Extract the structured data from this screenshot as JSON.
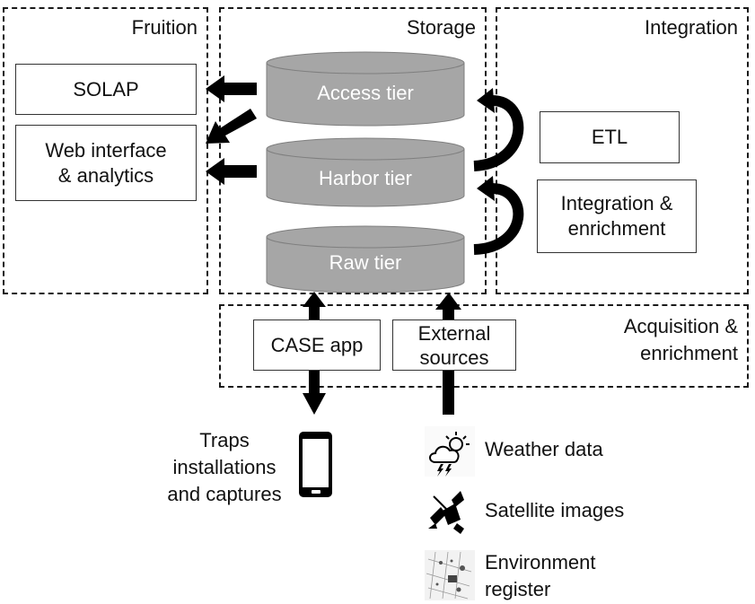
{
  "zones": {
    "fruition": "Fruition",
    "storage": "Storage",
    "integration": "Integration",
    "acquisition": "Acquisition &\nenrichment"
  },
  "fruition_boxes": {
    "solap": "SOLAP",
    "web_line1": "Web interface",
    "web_line2": "& analytics"
  },
  "storage_tiers": {
    "access": "Access tier",
    "harbor": "Harbor tier",
    "raw": "Raw tier"
  },
  "integration_boxes": {
    "etl": "ETL",
    "integ_line1": "Integration &",
    "integ_line2": "enrichment"
  },
  "acquisition_boxes": {
    "case_app": "CASE app",
    "ext_line1": "External",
    "ext_line2": "sources"
  },
  "acquisition_title": {
    "line1": "Acquisition &",
    "line2": "enrichment"
  },
  "sources": {
    "traps_line1": "Traps",
    "traps_line2": "installations",
    "traps_line3": "and captures",
    "weather": "Weather data",
    "satellite": "Satellite images",
    "env_line1": "Environment",
    "env_line2": "register"
  },
  "colors": {
    "cylinder_fill": "#a6a6a6",
    "cylinder_stroke": "#7f7f7f",
    "arrow": "#000000"
  }
}
